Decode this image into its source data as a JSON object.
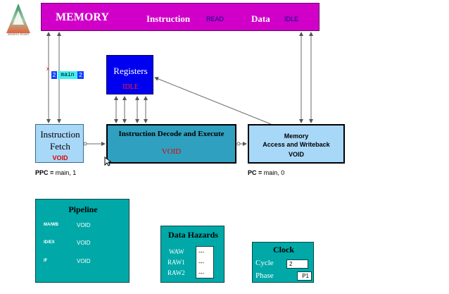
{
  "logo": {
    "caption": "alvarez-bravo"
  },
  "memory": {
    "title": "MEMORY",
    "instruction_label": "Instruction",
    "instruction_status": "READ",
    "data_label": "Data",
    "data_status": "IDLE"
  },
  "registers": {
    "title": "Registers",
    "status": "IDLE"
  },
  "fetch": {
    "title_line1": "Instruction",
    "title_line2": "Fetch",
    "status": "VOID"
  },
  "decode": {
    "title": "Instruction Decode and Execute",
    "status": "VOID"
  },
  "mem_access": {
    "title_line1": "Memory",
    "title_line2": "Access and Writeback",
    "status": "VOID"
  },
  "ppc": {
    "label": "PPC =",
    "value": "main, 1"
  },
  "pc": {
    "label": "PC =",
    "value": "main, 0"
  },
  "fetch_tag": {
    "marker": "x",
    "left_num": "2",
    "name": "main",
    "right_num": "2"
  },
  "pipeline": {
    "title": "Pipeline",
    "stages": [
      {
        "name": "MA/WB",
        "value": "VOID"
      },
      {
        "name": "ID/EX",
        "value": "VOID"
      },
      {
        "name": "IF",
        "value": "VOID"
      }
    ]
  },
  "hazards": {
    "title": "Data Hazards",
    "rows": [
      {
        "name": "WAW",
        "value": "---"
      },
      {
        "name": "RAW1",
        "value": "---"
      },
      {
        "name": "RAW2",
        "value": "---"
      }
    ]
  },
  "clock": {
    "title": "Clock",
    "cycle_label": "Cycle",
    "cycle_value": "2",
    "phase_label": "Phase",
    "phase_value": "P1"
  },
  "colors": {
    "memory": "#d000c8",
    "registers": "#0000f0",
    "decode": "#30a0c0",
    "stage_box": "#a8d8f8",
    "panel": "#00a8a8",
    "status_red": "#e00000"
  },
  "icons": [
    "logo-icon",
    "cursor-icon"
  ]
}
